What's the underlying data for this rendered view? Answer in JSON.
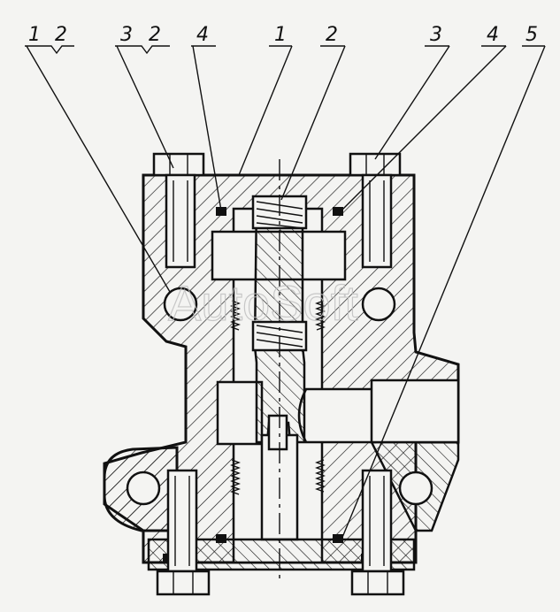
{
  "watermark": "AutoSoft",
  "callouts_left": [
    {
      "id": "l1",
      "text": "1"
    },
    {
      "id": "l2",
      "text": "2"
    },
    {
      "id": "l3",
      "text": "3"
    },
    {
      "id": "l4",
      "text": "2"
    },
    {
      "id": "l5",
      "text": "4"
    }
  ],
  "callouts_right": [
    {
      "id": "r1",
      "text": "1"
    },
    {
      "id": "r2",
      "text": "2"
    },
    {
      "id": "r3",
      "text": "3"
    },
    {
      "id": "r4",
      "text": "4"
    },
    {
      "id": "r5",
      "text": "5"
    }
  ],
  "colors": {
    "ink": "#111111",
    "paper": "#f4f4f2",
    "watermark": "#bdbdbd"
  }
}
